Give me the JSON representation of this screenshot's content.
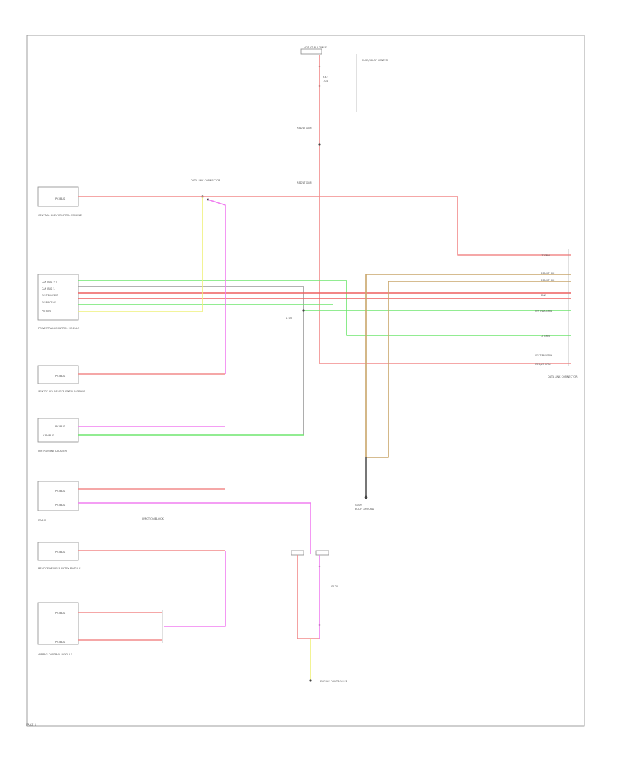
{
  "colors": {
    "red": "#f28a8a",
    "red_strong": "#ee5f5f",
    "pink": "#f07ef0",
    "green": "#6ee66e",
    "yellow": "#eef07a",
    "tan": "#c9a66b",
    "frame": "#888888"
  },
  "labels": {
    "fuse_box": "HOT AT ALL TIMES",
    "fuse_desc": "FUSE/RELAY CENTER",
    "fuse_num": "F32",
    "fuse_rating": "10A",
    "mid_connector": "S100",
    "wire_top_1": "RED/LT GRN",
    "wire_top_2": "RED/LT GRN",
    "splice_top": "DATA LINK CONNECTOR",
    "module_1_title": "CENTRAL BODY CONTROL MODULE",
    "module_1_pin": "PCI BUS",
    "module_2_title": "POWERTRAIN CONTROL MODULE",
    "module_2_pins": [
      "CAN BUS (+)",
      "CAN BUS (-)",
      "SCI TRANSMIT",
      "SCI RECEIVE",
      "PCI BUS"
    ],
    "module_3_title": "SENTRY KEY REMOTE ENTRY MODULE",
    "module_3_pin": "PCI BUS",
    "module_4_title": "INSTRUMENT CLUSTER",
    "module_4_pins": [
      "PCI BUS",
      "CAN BUS"
    ],
    "module_5_title": "RADIO",
    "module_5_pins": [
      "PCI BUS",
      "PCI BUS"
    ],
    "module_6_title": "REMOTE KEYLESS ENTRY MODULE",
    "module_6_pin": "PCI BUS",
    "module_7_title": "AIRBAG CONTROL MODULE",
    "module_7_pins": [
      "PCI BUS",
      "PCI BUS"
    ],
    "right_connector": "DATA LINK CONNECTOR",
    "right_wires": [
      "LT GRN",
      "BRN/LT BLU",
      "BRN/LT BLU",
      "PNK",
      "WHT/DK GRN",
      "LT GRN",
      "WHT/DK GRN",
      "RED/LT GRN"
    ],
    "ground_label": "G100",
    "ground_desc": "BODY GROUND",
    "junction_label": "JUNCTION BLOCK",
    "bottom_splice": "S120",
    "bottom_label": "ENGINE CONTROLLER",
    "page_id": "PAGE 1"
  }
}
